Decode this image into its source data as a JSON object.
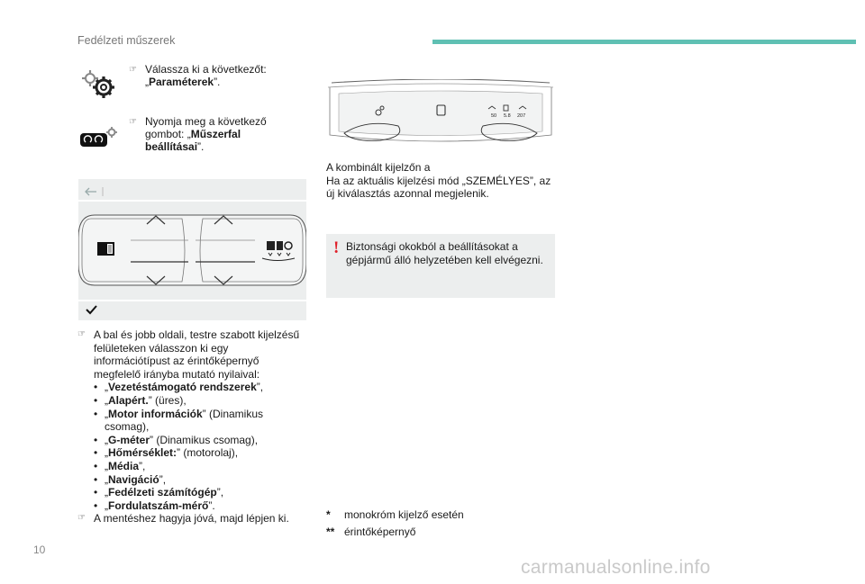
{
  "header": {
    "title": "Fedélzeti műszerek",
    "accent_color": "#5fc0b3"
  },
  "steps": {
    "s1_pre": "Válassza ki a következőt:",
    "s1_quote_open": "„",
    "s1_bold": "Paraméterek",
    "s1_quote_close": "”.",
    "s2_pre": "Nyomja meg a következő gombot: „",
    "s2_bold": "Műszerfal beállításai",
    "s2_post": "”."
  },
  "cluster_display": {
    "values": [
      "50",
      "5.8",
      "207"
    ]
  },
  "combined_note": {
    "line1": "A kombinált kijelzőn a",
    "line2": "Ha az aktuális kijelzési mód „SZEMÉLYES”, az új kiválasztás azonnal megjelenik."
  },
  "warning": {
    "mark": "!",
    "text": "Biztonsági okokból a beállításokat a gépjármű álló helyzetében kell elvégezni.",
    "color": "#e0202a"
  },
  "instructions": {
    "intro": "A bal és jobb oldali, testre szabott kijelzésű felületeken válasszon ki egy információtípust az érintőképernyő megfelelő irányba mutató nyilaival:",
    "bullet": "•",
    "items": [
      {
        "bold": "Vezetéstámogató rendszerek",
        "post": "”,"
      },
      {
        "bold": "Alapért.",
        "post": "” (üres),"
      },
      {
        "bold": "Motor információk",
        "post": "” (Dinamikus csomag),"
      },
      {
        "bold": "G-méter",
        "post": "” (Dinamikus csomag),"
      },
      {
        "bold": "Hőmérséklet:",
        "post": "” (motorolaj),"
      },
      {
        "bold": "Média",
        "post": "”,"
      },
      {
        "bold": "Navigáció",
        "post": "”,"
      },
      {
        "bold": "Fedélzeti számítógép",
        "post": "”,"
      },
      {
        "bold": "Fordulatszám-mérő",
        "post": "”."
      }
    ],
    "quote_open": "„",
    "final": "A mentéshez hagyja jóvá, majd lépjen ki."
  },
  "footnotes": [
    {
      "mark": "*",
      "text": "monokróm kijelző esetén"
    },
    {
      "mark": "**",
      "text": "érintőképernyő"
    }
  ],
  "page_number": "10",
  "watermark": "carmanualsonline.info"
}
